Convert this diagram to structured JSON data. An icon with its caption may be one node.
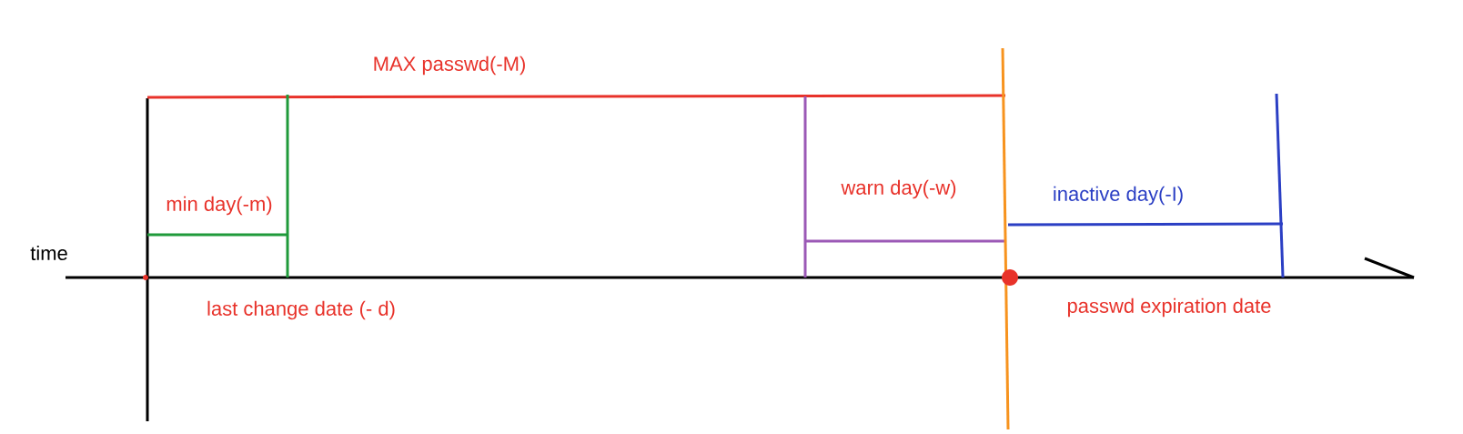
{
  "diagram": {
    "labels": [
      "MAX passwd(-M)",
      "min day(-m)",
      "warn day(-w)",
      "inactive day(-I)",
      "time",
      "last change date  (- d)",
      "passwd expiration date"
    ]
  }
}
